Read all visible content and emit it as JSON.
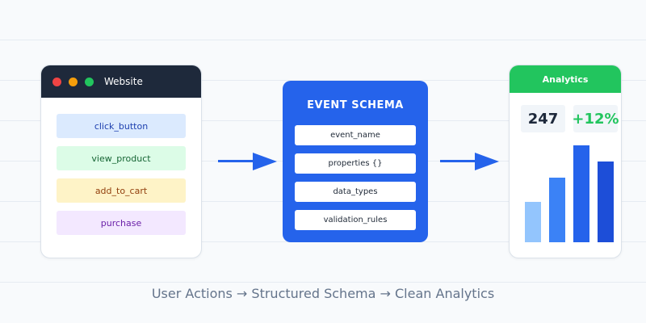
{
  "website": {
    "title": "Website",
    "events": [
      {
        "label": "click_button",
        "bg": "#dbeafe",
        "color": "#1e40af"
      },
      {
        "label": "view_product",
        "bg": "#dcfce7",
        "color": "#166534"
      },
      {
        "label": "add_to_cart",
        "bg": "#fef3c7",
        "color": "#92400e"
      },
      {
        "label": "purchase",
        "bg": "#f3e8ff",
        "color": "#6b21a8"
      }
    ]
  },
  "schema": {
    "title": "EVENT SCHEMA",
    "fields": [
      "event_name",
      "properties {}",
      "data_types",
      "validation_rules"
    ]
  },
  "analytics": {
    "title": "Analytics",
    "stat_value": "247",
    "stat_change": "+12%",
    "bars": [
      0.4,
      0.64,
      0.96,
      0.8
    ],
    "bar_colors": [
      "#93c5fd",
      "#3b82f6",
      "#2563eb",
      "#1d4ed8"
    ]
  },
  "caption": "User Actions → Structured Schema → Clean Analytics",
  "colors": {
    "accent": "#2563eb",
    "success": "#22c55e",
    "dark": "#1e293b"
  }
}
